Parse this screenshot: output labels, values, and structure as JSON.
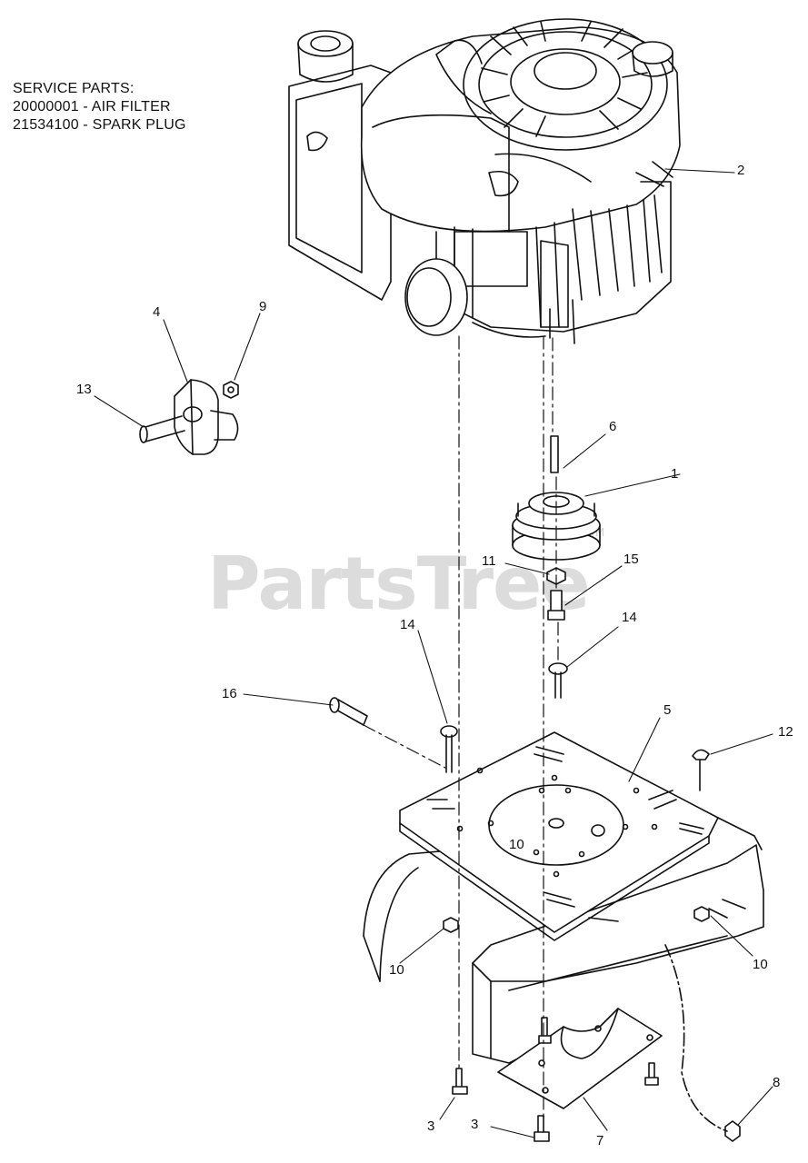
{
  "service_parts": {
    "heading": "SERVICE PARTS:",
    "lines": [
      "20000001 - AIR FILTER",
      "21534100 - SPARK PLUG"
    ]
  },
  "watermark": {
    "text": "PartsTree",
    "mark": "TM"
  },
  "callouts": {
    "c2": "2",
    "c4": "4",
    "c9": "9",
    "c13": "13",
    "c6": "6",
    "c1": "1",
    "c11": "11",
    "c15": "15",
    "c14a": "14",
    "c14b": "14",
    "c16": "16",
    "c5": "5",
    "c12": "12",
    "c10a": "10",
    "c10b": "10",
    "c10c": "10",
    "c8": "8",
    "c3a": "3",
    "c3b": "3",
    "c7": "7"
  }
}
